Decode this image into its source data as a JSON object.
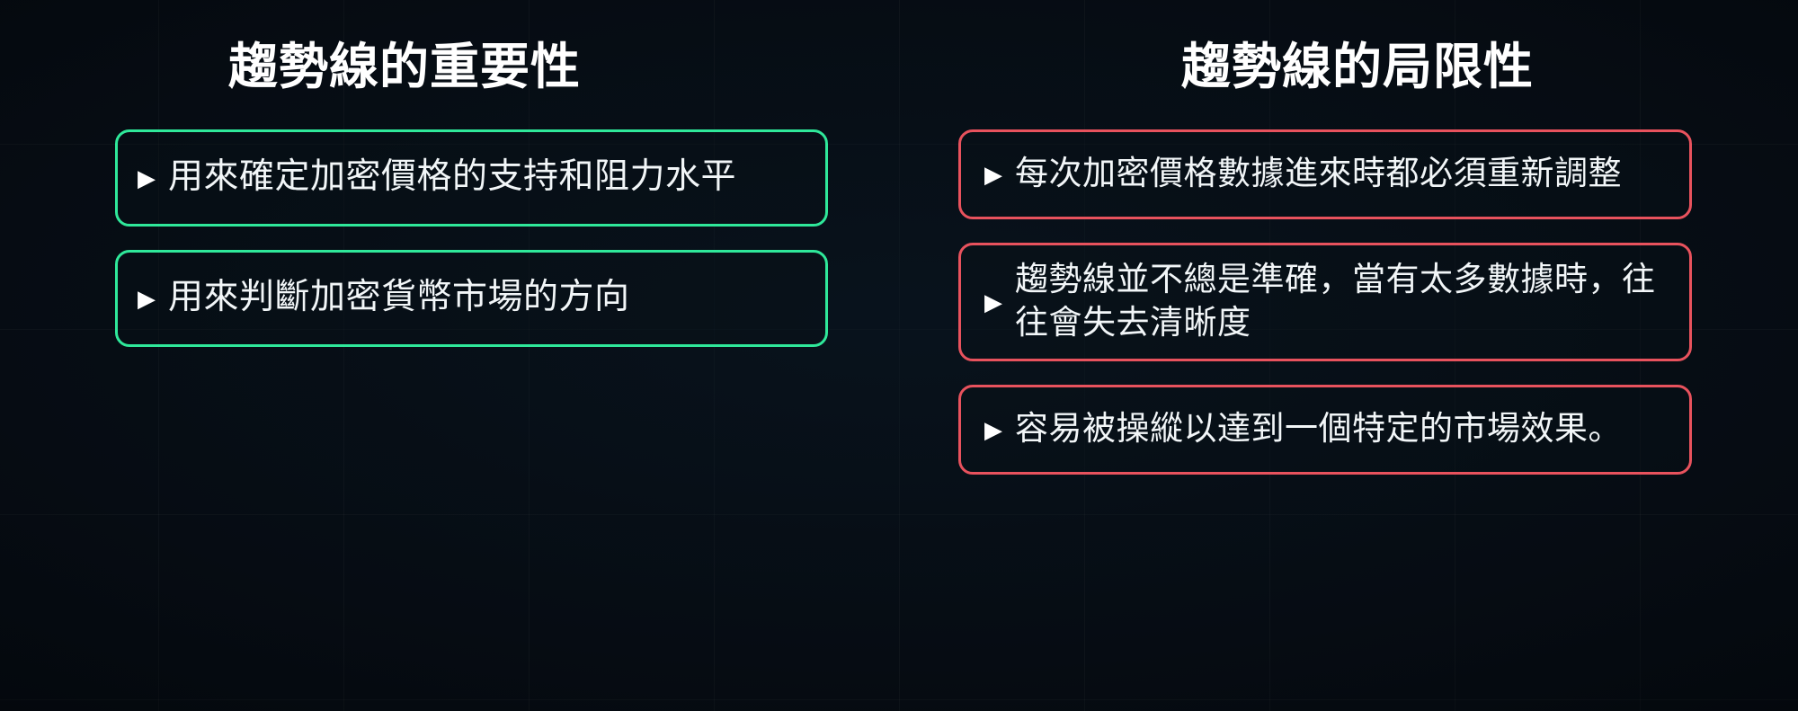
{
  "theme": {
    "background": "#060c13",
    "accent_positive": "#2fe89a",
    "accent_negative": "#e8525d",
    "text": "#f2f6f8",
    "title": "#ffffff"
  },
  "bullet_glyph": "▶",
  "columns": [
    {
      "id": "importance",
      "title": "趨勢線的重要性",
      "accent": "#2fe89a",
      "cards": [
        {
          "text": "用來確定加密價格的支持和阻力水平"
        },
        {
          "text": "用來判斷加密貨幣市場的方向"
        }
      ]
    },
    {
      "id": "limitations",
      "title": "趨勢線的局限性",
      "accent": "#e8525d",
      "cards": [
        {
          "text": "每次加密價格數據進來時都必須重新調整"
        },
        {
          "text": "趨勢線並不總是準確，當有太多數據時，往往會失去清晰度"
        },
        {
          "text": "容易被操縱以達到一個特定的市場效果。"
        }
      ]
    }
  ]
}
